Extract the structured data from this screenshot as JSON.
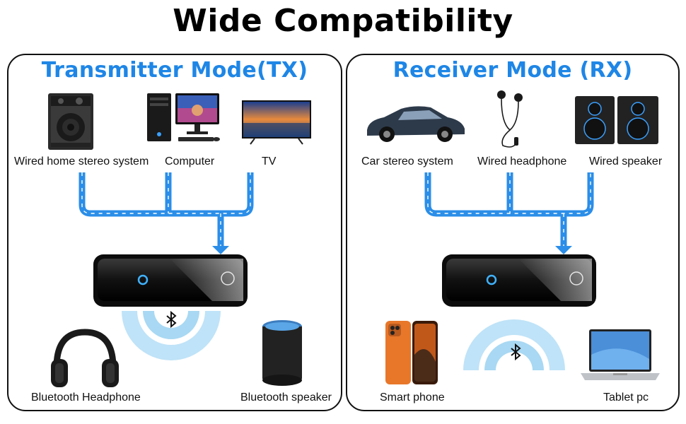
{
  "title": "Wide Compatibility",
  "transmitter": {
    "title": "Transmitter Mode(TX)",
    "inputs": [
      "Wired home stereo system",
      "Computer",
      "TV"
    ],
    "outputs": [
      "Bluetooth Headphone",
      "Bluetooth speaker"
    ]
  },
  "receiver": {
    "title": "Receiver Mode (RX)",
    "outputs": [
      "Car stereo system",
      "Wired headphone",
      "Wired speaker"
    ],
    "inputs": [
      "Smart phone",
      "Tablet pc"
    ]
  },
  "colors": {
    "accent": "#1e86e6",
    "flow_blue": "#2b8ee8",
    "device_black": "#141414",
    "phone_orange": "#e8772a"
  },
  "icons": [
    "stereo-tower-icon",
    "desktop-computer-icon",
    "tv-icon",
    "adapter-device-icon",
    "bluetooth-icon",
    "headphones-icon",
    "smart-speaker-icon",
    "car-icon",
    "earphones-icon",
    "speakers-icon",
    "smartphone-icon",
    "laptop-icon"
  ]
}
